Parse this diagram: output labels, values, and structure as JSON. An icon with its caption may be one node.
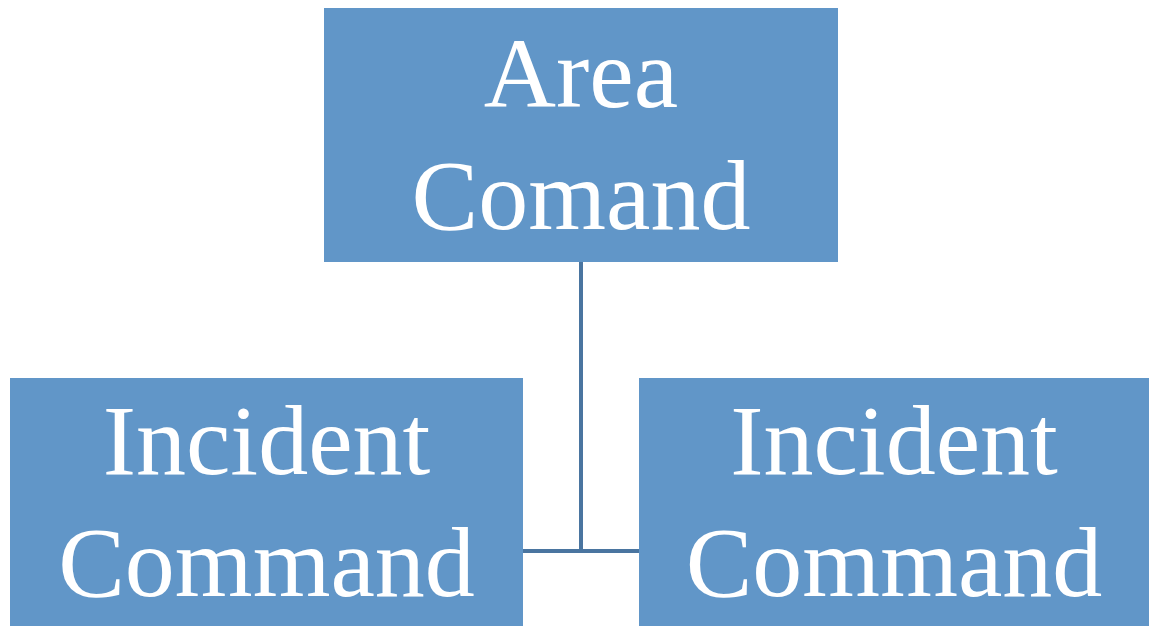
{
  "diagram": {
    "nodes": [
      {
        "text": [
          "Area Comand"
        ]
      },
      {
        "text": [
          "Incident Command"
        ]
      },
      {
        "text": [
          "Incident Command"
        ]
      }
    ],
    "edges": [
      {
        "from": 0,
        "to": 1,
        "arrow": "none"
      },
      {
        "from": 0,
        "to": 2,
        "arrow": "none"
      }
    ]
  }
}
